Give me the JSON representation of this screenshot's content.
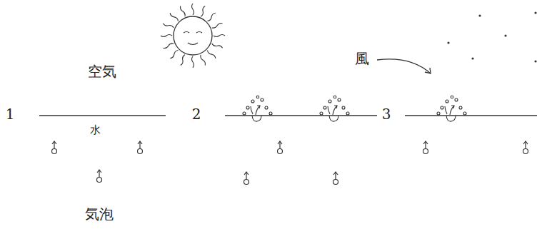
{
  "diagram": {
    "labels": [
      "空気",
      "1",
      "水",
      "気泡",
      "2",
      "風",
      "3"
    ]
  }
}
